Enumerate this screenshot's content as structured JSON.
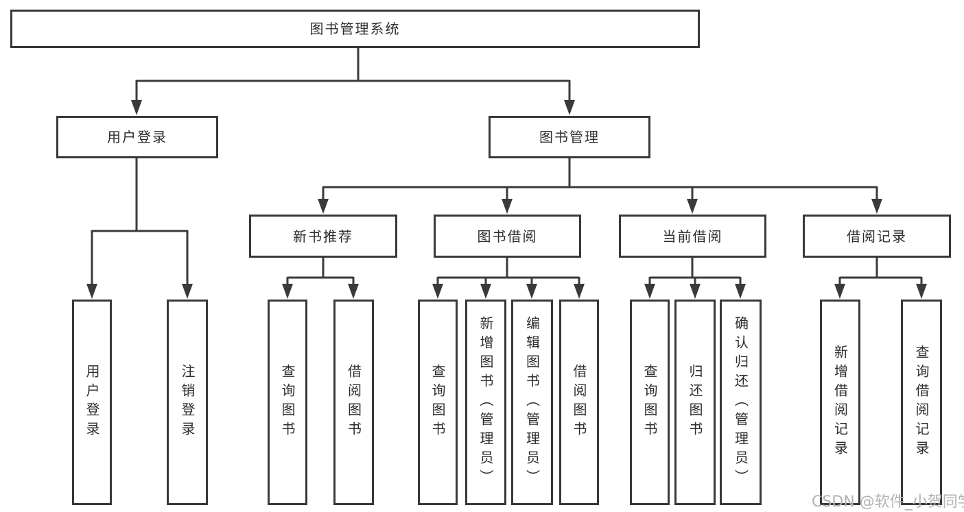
{
  "diagram": {
    "type": "hierarchy-tree",
    "language": "zh-CN",
    "nodes": {
      "root": {
        "label": "图书管理系统"
      },
      "login": {
        "label": "用户登录"
      },
      "mgmt": {
        "label": "图书管理"
      },
      "login_user": {
        "label": "用户登录"
      },
      "login_logout": {
        "label": "注销登录"
      },
      "rec": {
        "label": "新书推荐"
      },
      "borrow": {
        "label": "图书借阅"
      },
      "current": {
        "label": "当前借阅"
      },
      "history": {
        "label": "借阅记录"
      },
      "rec_query": {
        "label": "查询图书"
      },
      "rec_borrow": {
        "label": "借阅图书"
      },
      "borrow_query": {
        "label": "查询图书"
      },
      "borrow_add": {
        "label": "新增图书（管理员）"
      },
      "borrow_edit": {
        "label": "编辑图书（管理员）"
      },
      "borrow_borrow": {
        "label": "借阅图书"
      },
      "cur_query": {
        "label": "查询图书"
      },
      "cur_return": {
        "label": "归还图书"
      },
      "cur_confirm": {
        "label": "确认归还（管理员）"
      },
      "hist_add": {
        "label": "新增借阅记录"
      },
      "hist_query": {
        "label": "查询借阅记录"
      }
    },
    "hierarchy": {
      "root": [
        "login",
        "mgmt"
      ],
      "login": [
        "login_user",
        "login_logout"
      ],
      "mgmt": [
        "rec",
        "borrow",
        "current",
        "history"
      ],
      "rec": [
        "rec_query",
        "rec_borrow"
      ],
      "borrow": [
        "borrow_query",
        "borrow_add",
        "borrow_edit",
        "borrow_borrow"
      ],
      "current": [
        "cur_query",
        "cur_return",
        "cur_confirm"
      ],
      "history": [
        "hist_add",
        "hist_query"
      ]
    },
    "colors": {
      "line": "#3a3a3a",
      "box_border": "#383838",
      "box_fill": "#ffffff",
      "text": "#2d2d2d",
      "watermark": "#b3b1b1"
    }
  },
  "watermark": {
    "text": "CSDN @软件_小贺同学"
  }
}
